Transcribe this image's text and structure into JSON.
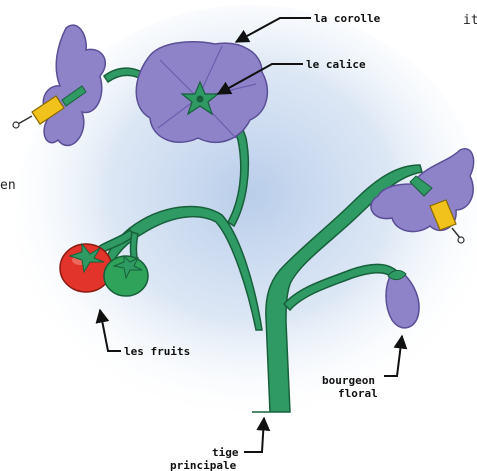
{
  "clipped_text": [
    "it",
    "en"
  ],
  "labels": {
    "corolla": "la corolle",
    "calyx": "le calice",
    "fruits": "les fruits",
    "bud_line1": "bourgeon",
    "bud_line2": "floral",
    "stem_line1": "tige",
    "stem_line2": "principale"
  },
  "colors": {
    "petal": "#8e82c8",
    "petal_dark": "#5a4f96",
    "stem": "#2f9a63",
    "stem_dark": "#17603b",
    "stamen": "#f2c21c",
    "tomato_red": "#e2342b",
    "tomato_green": "#2fa35a",
    "glow": "#b9cdea"
  }
}
